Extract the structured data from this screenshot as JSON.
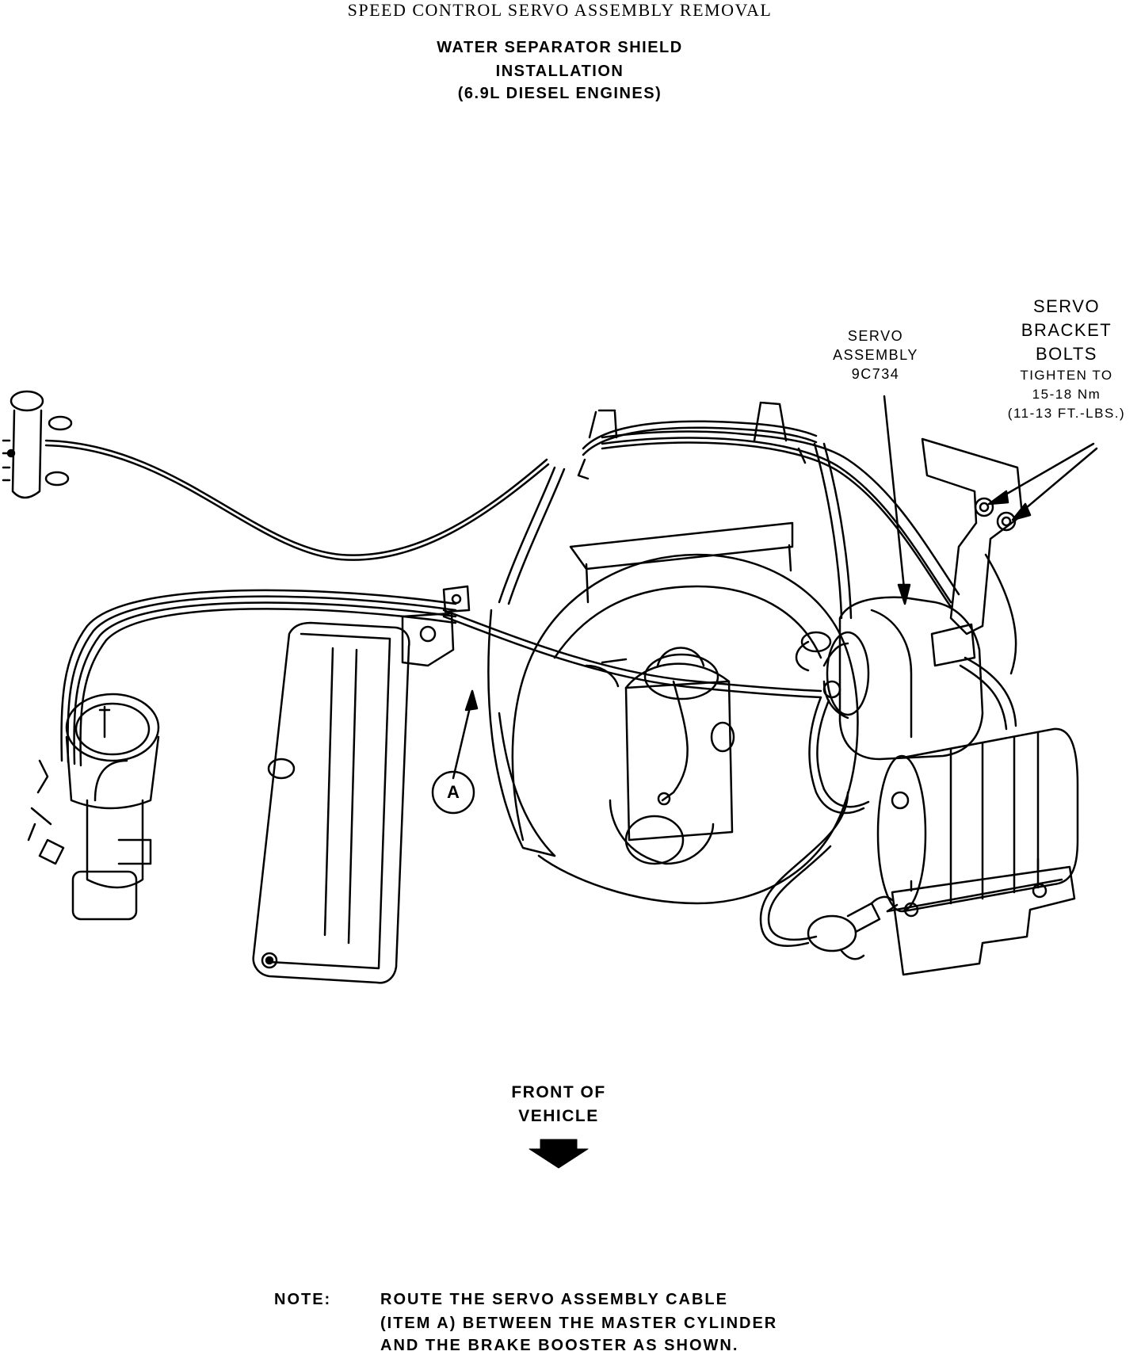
{
  "page_title": "SPEED CONTROL SERVO ASSEMBLY REMOVAL",
  "subtitle_lines": [
    "WATER SEPARATOR SHIELD",
    "INSTALLATION",
    "(6.9L DIESEL ENGINES)"
  ],
  "callouts": {
    "servo_assembly": [
      "SERVO",
      "ASSEMBLY",
      "9C734"
    ],
    "servo_bracket_bolts": [
      "SERVO",
      "BRACKET",
      "BOLTS",
      "TIGHTEN TO",
      "15-18 Nm",
      "(11-13 FT.-LBS.)"
    ],
    "item_marker": "A"
  },
  "front_indicator": [
    "FRONT OF",
    "VEHICLE"
  ],
  "note": {
    "label": "NOTE:",
    "lines": [
      "ROUTE THE SERVO ASSEMBLY CABLE",
      "(ITEM A) BETWEEN THE MASTER CYLINDER",
      "AND THE BRAKE BOOSTER AS SHOWN."
    ]
  },
  "icons": {
    "front_arrow": "down-arrow-icon"
  }
}
